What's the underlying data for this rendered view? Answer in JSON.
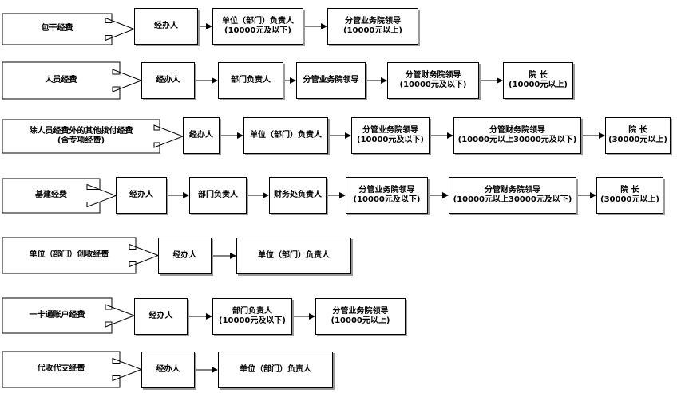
{
  "rows": [
    {
      "category": [
        "包干经费"
      ],
      "steps": [
        [
          "经办人"
        ],
        [
          "单位（部门）负责人",
          "(10000元及以下)"
        ],
        [
          "分管业务院领导",
          "(10000元以上)"
        ]
      ]
    },
    {
      "category": [
        "人员经费"
      ],
      "steps": [
        [
          "经办人"
        ],
        [
          "部门负责人"
        ],
        [
          "分管业务院领导"
        ],
        [
          "分管财务院领导",
          "(10000元及以下)"
        ],
        [
          "院 长",
          "(10000元以上)"
        ]
      ]
    },
    {
      "category": [
        "除人员经费外的其他拨付经费",
        "(含专项经费)"
      ],
      "steps": [
        [
          "经办人"
        ],
        [
          "单位（部门）负责人"
        ],
        [
          "分管业务院领导",
          "(10000元及以下)"
        ],
        [
          "分管财务院领导",
          "(10000元以上30000元及以下)"
        ],
        [
          "院 长",
          "(30000元以上)"
        ]
      ]
    },
    {
      "category": [
        "基建经费"
      ],
      "steps": [
        [
          "经办人"
        ],
        [
          "部门负责人"
        ],
        [
          "财务处负责人"
        ],
        [
          "分管业务院领导",
          "(10000元及以下)"
        ],
        [
          "分管财务院领导",
          "(10000元以上30000元及以下)"
        ],
        [
          "院 长",
          "(30000元以上)"
        ]
      ]
    },
    {
      "category": [
        "单位（部门）创收经费"
      ],
      "steps": [
        [
          "经办人"
        ],
        [
          "单位（部门）负责人"
        ]
      ]
    },
    {
      "category": [
        "一卡通账户经费"
      ],
      "steps": [
        [
          "经办人"
        ],
        [
          "部门负责人",
          "(10000元及以下)"
        ],
        [
          "分管业务院领导",
          "(10000元以上)"
        ]
      ]
    },
    {
      "category": [
        "代收代支经费"
      ],
      "steps": [
        [
          "经办人"
        ],
        [
          "单位（部门）负责人"
        ]
      ]
    }
  ],
  "colors": {
    "line": "#000000",
    "shadow": "#9a9a9a",
    "background": "#ffffff"
  }
}
